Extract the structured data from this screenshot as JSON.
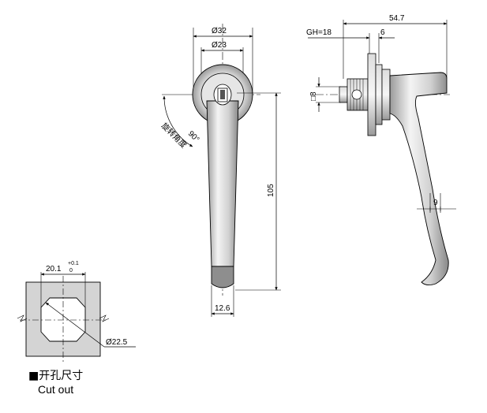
{
  "front_view": {
    "dim_outer_diameter": "Ø32",
    "dim_inner_diameter": "Ø23",
    "dim_height": "105",
    "dim_bottom_width": "12.6",
    "angle_label": "90°",
    "angle_caption": "旋转角度"
  },
  "side_view": {
    "dim_total_length": "54.7",
    "dim_grip_range": "GH=18",
    "dim_offset": "6",
    "dim_square": "□8",
    "dim_handle_width": "9"
  },
  "cutout": {
    "dim_width": "20.1",
    "tolerance_upper": "+0.1",
    "tolerance_lower": "0",
    "dim_diameter": "Ø22.5",
    "caption_cn": "开孔尺寸",
    "caption_en": "Cut out"
  },
  "colors": {
    "line": "#000000",
    "metal_light": "#f2f2f2",
    "metal_mid": "#c8c8c8",
    "metal_dark": "#8a8a8a",
    "panel_fill": "#d4d4d4"
  }
}
